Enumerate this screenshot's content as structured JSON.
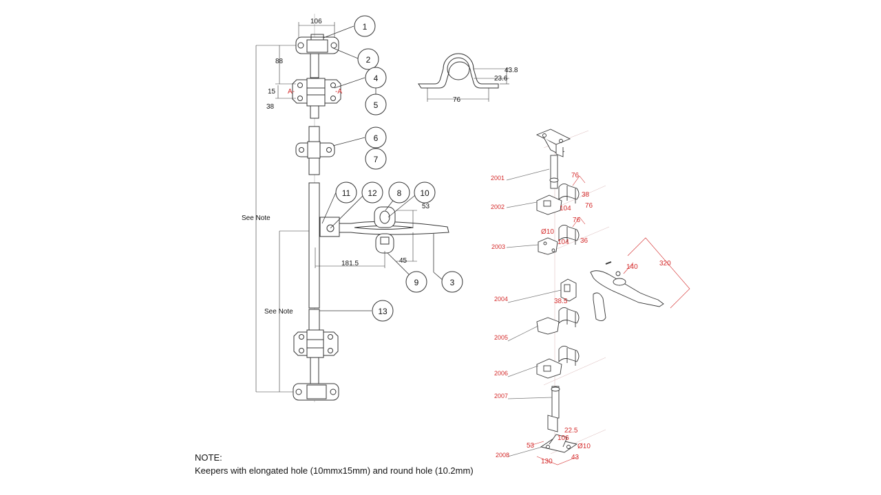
{
  "balloons": [
    "1",
    "2",
    "3",
    "4",
    "5",
    "6",
    "7",
    "8",
    "9",
    "10",
    "11",
    "12",
    "13"
  ],
  "dims": {
    "top_width": "106",
    "d88": "88",
    "d15": "15",
    "d38": "38",
    "section_left": "A-",
    "section_right": "-A",
    "see_note_1": "See Note",
    "see_note_2": "See Note",
    "d53": "53",
    "d45": "45",
    "d181": "181.5",
    "h43": "43.8",
    "h23": "23.6",
    "w76": "76"
  },
  "parts": [
    "2001",
    "2002",
    "2003",
    "2004",
    "2005",
    "2006",
    "2007",
    "2008"
  ],
  "exploded_dims": {
    "a76": "76",
    "a38": "38",
    "a104": "104",
    "a76b": "76",
    "b76": "76",
    "phi10": "Ø10",
    "b104": "104",
    "b36": "36",
    "d140": "140",
    "d320": "320",
    "d385": "38.5",
    "d225": "22.5",
    "d106": "106",
    "d53": "53",
    "phi10b": "Ø10",
    "d43": "43",
    "d130": "130"
  },
  "note": {
    "title": "NOTE:",
    "text": "Keepers with elongated hole (10mmx15mm) and round hole (10.2mm)"
  },
  "colors": {
    "line": "#333333",
    "dim_red": "#d42a2a"
  }
}
